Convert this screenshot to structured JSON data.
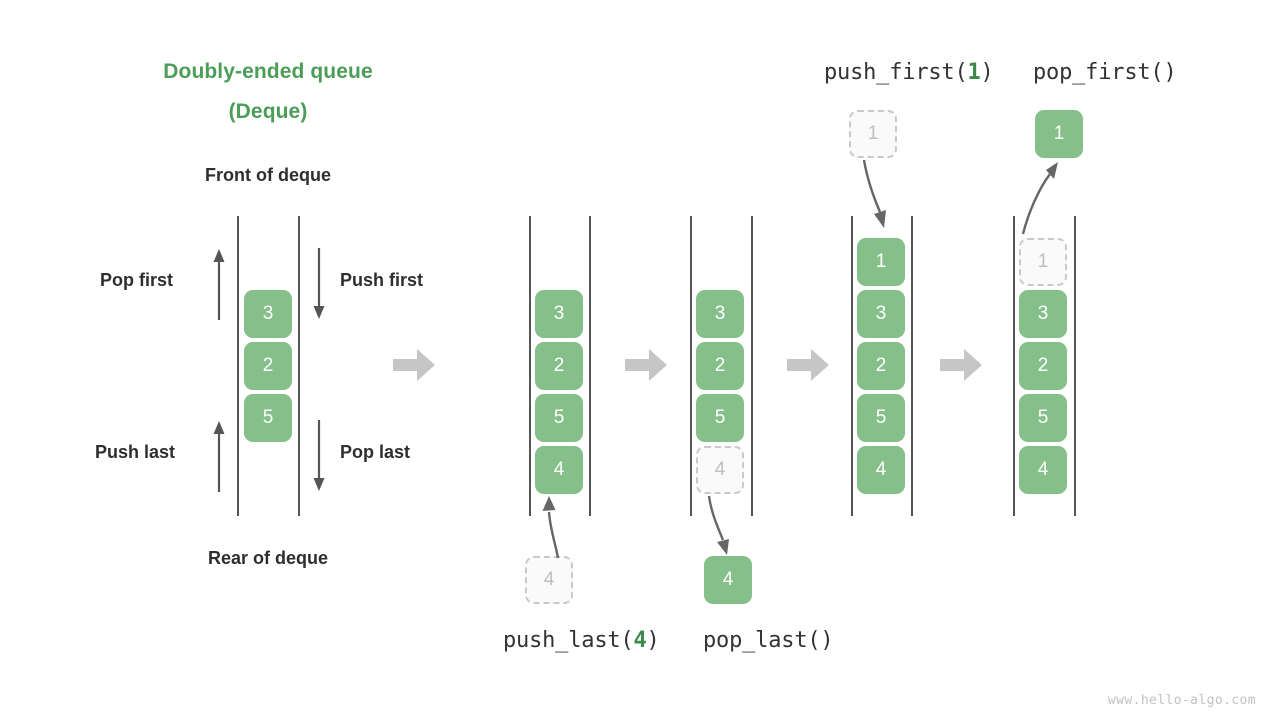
{
  "title": {
    "line1": "Doubly-ended queue",
    "line2": "(Deque)",
    "color": "#4C9D57"
  },
  "labels": {
    "front": "Front of deque",
    "rear": "Rear of deque",
    "pop_first": "Pop first",
    "push_first": "Push first",
    "push_last": "Push last",
    "pop_last": "Pop last"
  },
  "captions": {
    "push_last": {
      "name": "push_last(",
      "arg": "4",
      "close": ")"
    },
    "pop_last": {
      "name": "pop_last()",
      "arg": "",
      "close": ""
    },
    "push_first": {
      "name": "push_first(",
      "arg": "1",
      "close": ")"
    },
    "pop_first": {
      "name": "pop_first()",
      "arg": "",
      "close": ""
    }
  },
  "colors": {
    "cell_fill": "#85C08B",
    "cell_text": "#ffffff",
    "ghost_fill": "#FAFAFA",
    "ghost_border": "#C9C9C9",
    "ghost_text": "#BEBEBE",
    "rail": "#555555",
    "step_arrow": "#C6C6C6",
    "motion_arrow": "#666666",
    "accent_green": "#4C9D57",
    "text_dark": "#2E2E2E"
  },
  "stages": [
    {
      "id": "initial",
      "cells": [
        "3",
        "2",
        "5"
      ],
      "ghost_top": null,
      "ghost_bottom": null
    },
    {
      "id": "after-push-last",
      "cells": [
        "3",
        "2",
        "5",
        "4"
      ],
      "incoming_bottom": "4"
    },
    {
      "id": "after-pop-last",
      "cells": [
        "3",
        "2",
        "5"
      ],
      "ghost_bottom": "4",
      "outgoing_bottom": "4"
    },
    {
      "id": "after-push-first",
      "cells": [
        "1",
        "3",
        "2",
        "5",
        "4"
      ],
      "incoming_top": "1"
    },
    {
      "id": "after-pop-first",
      "cells": [
        "3",
        "2",
        "5",
        "4"
      ],
      "ghost_top": "1",
      "outgoing_top": "1"
    }
  ],
  "watermark": "www.hello-algo.com"
}
